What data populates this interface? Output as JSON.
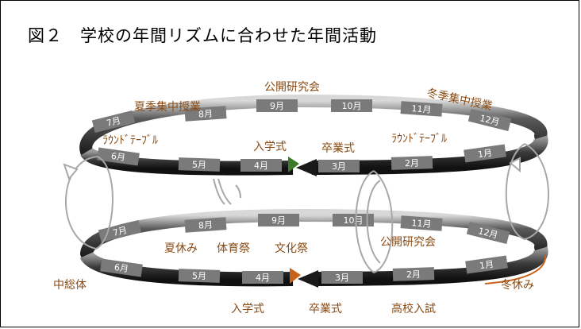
{
  "figure": {
    "title": "図２　学校の年間リズムに合わせた年間活動"
  },
  "colors": {
    "ring_dark": "#2b2b2b",
    "ring_highlight": "#cfcfcf",
    "label_brown": "#8a4a12",
    "month_box": "#7a7a7a",
    "accent_green": "#3c7a2a",
    "accent_orange": "#c8621a"
  },
  "top_cycle": {
    "back_months": [
      "7月",
      "8月",
      "9月",
      "10月",
      "11月",
      "12月"
    ],
    "front_months": [
      "6月",
      "5月",
      "4月",
      "3月",
      "2月",
      "1月"
    ],
    "labels": {
      "summer": "夏季集中授業",
      "public": "公開研究会",
      "winter": "冬季集中授業",
      "roundtable_left": "ﾗｳﾝﾄﾞﾃｰﾌﾞﾙ",
      "roundtable_right": "ﾗｳﾝﾄﾞﾃｰﾌﾞﾙ",
      "entrance": "入学式",
      "graduation": "卒業式"
    }
  },
  "bottom_cycle": {
    "back_months": [
      "7月",
      "8月",
      "9月",
      "10月",
      "11月",
      "12月"
    ],
    "front_months": [
      "6月",
      "5月",
      "4月",
      "3月",
      "2月",
      "1月"
    ],
    "labels": {
      "summer_break": "夏休み",
      "sports_festival": "体育祭",
      "culture_festival": "文化祭",
      "public": "公開研究会",
      "middle_tournament": "中総体",
      "winter_break": "冬休み",
      "entrance": "入学式",
      "graduation": "卒業式",
      "high_school_exam": "高校入試"
    }
  }
}
